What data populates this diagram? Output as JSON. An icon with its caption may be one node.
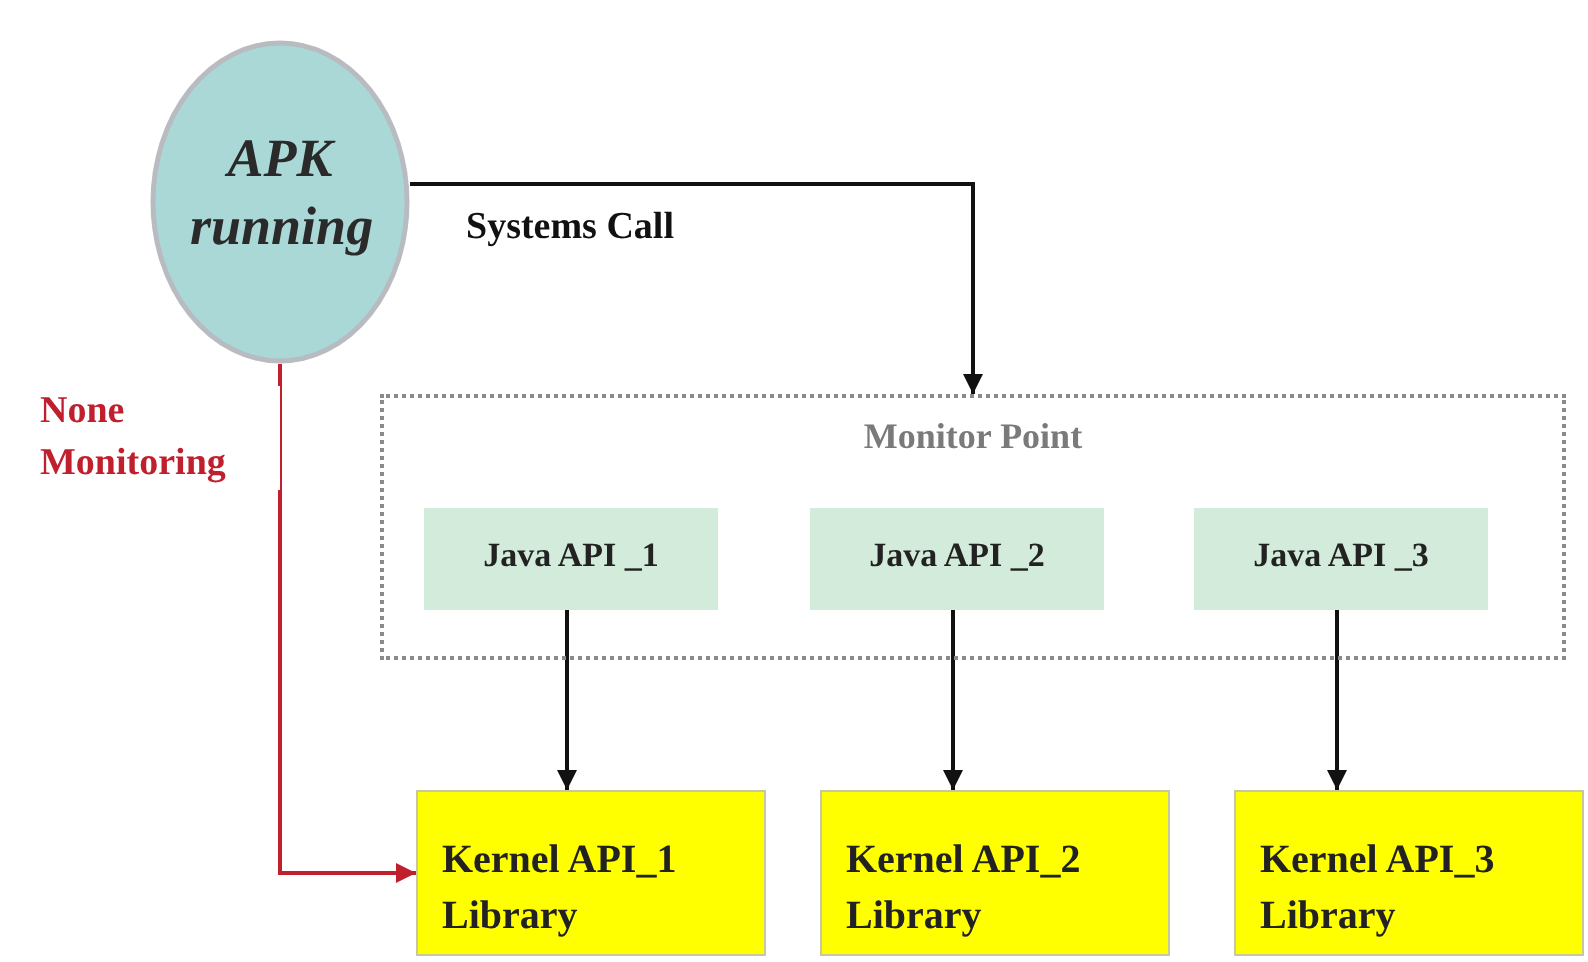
{
  "diagram": {
    "nodes": [
      {
        "text": [
          "APK running"
        ]
      },
      {
        "text": [
          "Monitor Point"
        ]
      },
      {
        "text": [
          "Java API _1"
        ],
        "in": 1
      },
      {
        "text": [
          "Java API _2"
        ],
        "in": 1
      },
      {
        "text": [
          "Java API _3"
        ],
        "in": 1
      },
      {
        "text": [
          "Kernel API_1 Library"
        ]
      },
      {
        "text": [
          "Kernel API_2 Library"
        ]
      },
      {
        "text": [
          "Kernel API_3 Library"
        ]
      }
    ],
    "edges": [
      {
        "from": 0,
        "to": 1,
        "arrow": "to",
        "label": "Systems Call"
      },
      {
        "from": 0,
        "to": 5,
        "arrow": "to",
        "label": "None Monitoring",
        "color": "#c0202e"
      },
      {
        "from": 2,
        "to": 5,
        "arrow": "to"
      },
      {
        "from": 3,
        "to": 6,
        "arrow": "to"
      },
      {
        "from": 4,
        "to": 7,
        "arrow": "to"
      }
    ]
  }
}
